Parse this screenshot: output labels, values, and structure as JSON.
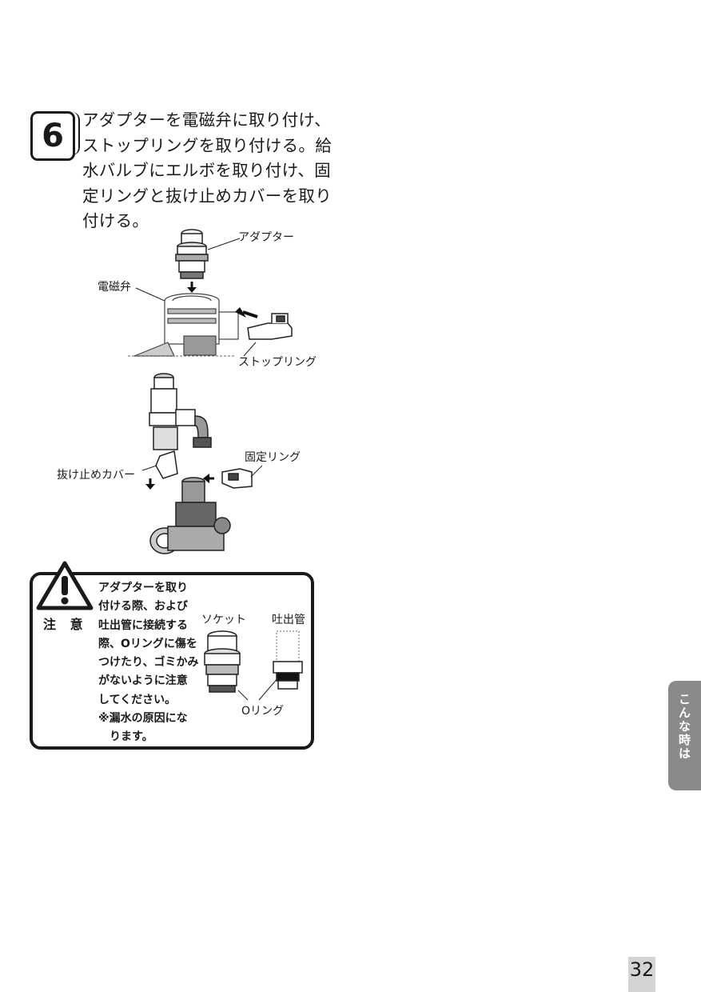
{
  "step": {
    "number": "6",
    "lines": [
      "アダプターを電磁弁に取り付け、",
      "ストップリングを取り付ける。給",
      "水バルブにエルボを取り付け、固",
      "定リングと抜け止めカバーを取り",
      "付ける。"
    ]
  },
  "figure_labels": {
    "adapter": "アダプター",
    "solenoid_valve": "電磁弁",
    "stop_ring": "ストップリング",
    "fixing_ring": "固定リング",
    "retainer_cover": "抜け止めカバー"
  },
  "caution": {
    "title": "注 意",
    "lines": [
      "アダプターを取り",
      "付ける際、および",
      "吐出管に接続する",
      "際、Oリングに傷を",
      "つけたり、ゴミかみ",
      "がないように注意",
      "してください。",
      "※漏水の原因にな",
      "　ります。"
    ],
    "labels": {
      "socket": "ソケット",
      "outlet_pipe": "吐出管",
      "o_ring": "Oリング"
    }
  },
  "side_tab": "こんな時は",
  "page_number": "32"
}
